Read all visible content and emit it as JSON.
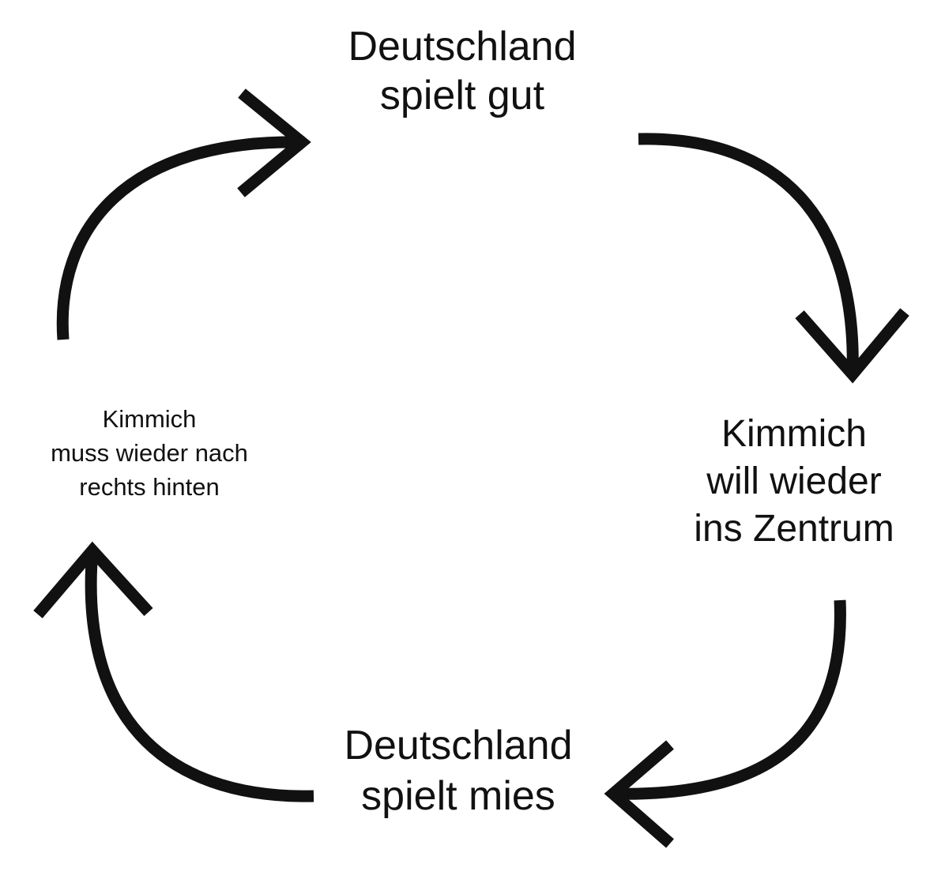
{
  "diagram": {
    "type": "cycle",
    "direction": "clockwise",
    "nodes": {
      "top": "Deutschland\nspielt gut",
      "right": "Kimmich\nwill wieder\nins Zentrum",
      "bottom": "Deutschland\nspielt mies",
      "left": "Kimmich\nmuss wieder nach\nrechts hinten"
    },
    "arrow_color": "#111111",
    "text_color": "#111111",
    "background": "#ffffff"
  }
}
